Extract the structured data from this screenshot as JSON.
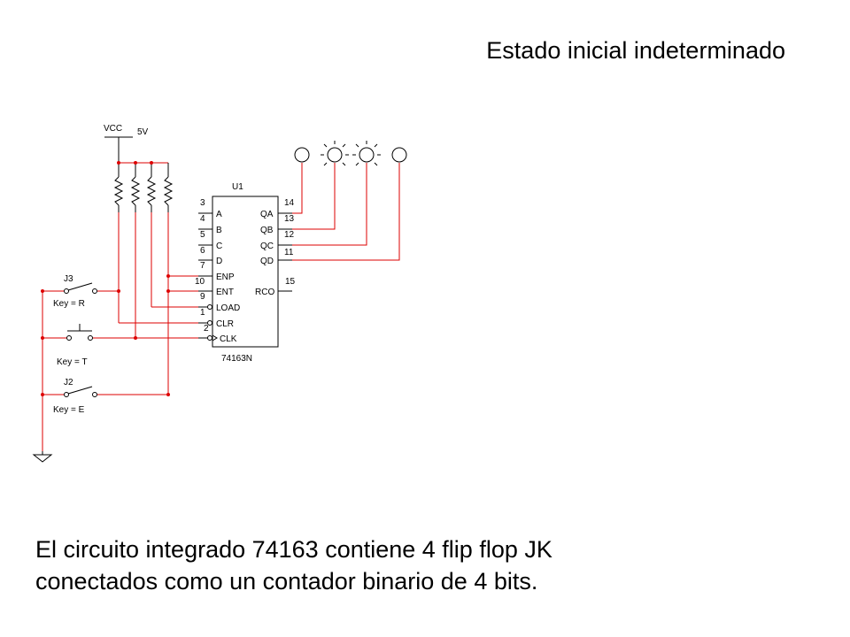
{
  "title": "Estado inicial indeterminado",
  "caption": {
    "line1": "El circuito integrado 74163 contiene 4 flip flop JK",
    "line2": "conectados como un contador binario de 4 bits."
  },
  "schematic": {
    "supply": {
      "name": "VCC",
      "voltage": "5V"
    },
    "chip": {
      "ref": "U1",
      "part": "74163N"
    },
    "inputs": [
      {
        "pin": "3",
        "label": "A"
      },
      {
        "pin": "4",
        "label": "B"
      },
      {
        "pin": "5",
        "label": "C"
      },
      {
        "pin": "6",
        "label": "D"
      },
      {
        "pin": "7",
        "label": "ENP"
      },
      {
        "pin": "10",
        "label": "ENT"
      },
      {
        "pin": "9",
        "label": "LOAD"
      },
      {
        "pin": "1",
        "label": "CLR"
      },
      {
        "pin": "2",
        "label": "CLK"
      }
    ],
    "outputs": [
      {
        "pin": "14",
        "label": "QA"
      },
      {
        "pin": "13",
        "label": "QB"
      },
      {
        "pin": "12",
        "label": "QC"
      },
      {
        "pin": "11",
        "label": "QD"
      },
      {
        "pin": "15",
        "label": "RCO"
      }
    ],
    "switches": {
      "j3": {
        "ref": "J3",
        "key": "Key = R"
      },
      "push": {
        "key": "Key = T"
      },
      "j2": {
        "ref": "J2",
        "key": "Key = E"
      }
    },
    "colors": {
      "wire": "#000000",
      "net": "#dd0000"
    }
  }
}
